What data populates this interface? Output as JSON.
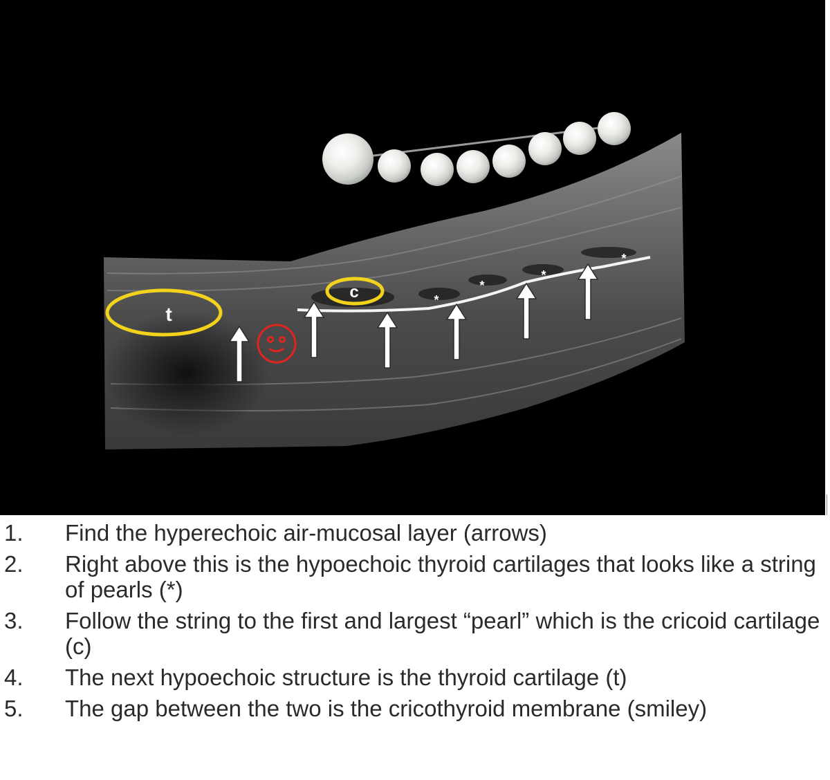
{
  "figure": {
    "labels": {
      "thyroid": "t",
      "cricoid": "c",
      "pearl_marker": "*"
    },
    "colors": {
      "background": "#000000",
      "ellipse": "#f2d21a",
      "smiley": "#e0251f",
      "arrow": "#ffffff"
    }
  },
  "steps": [
    {
      "num": "1.",
      "text": "Find the hyperechoic air-mucosal layer (arrows)"
    },
    {
      "num": "2.",
      "text": "Right above this is the hypoechoic thyroid cartilages that looks like a string of pearls (*)"
    },
    {
      "num": "3.",
      "text": "Follow the string to the first and largest “pearl” which is the cricoid cartilage (c)"
    },
    {
      "num": "4.",
      "text": "The next hypoechoic structure is the thyroid cartilage (t)"
    },
    {
      "num": "5.",
      "text": "The gap between the two is the cricothyroid membrane (smiley)"
    }
  ]
}
